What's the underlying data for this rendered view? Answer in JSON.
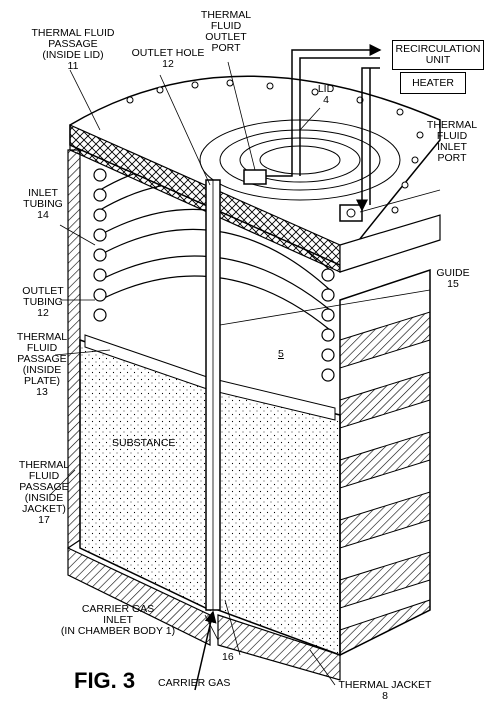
{
  "figure": {
    "title": "FIG. 3",
    "labels": {
      "thermal_fluid_passage_lid": [
        "THERMAL FLUID",
        "PASSAGE",
        "(INSIDE LID)",
        "11"
      ],
      "outlet_hole": [
        "OUTLET HOLE",
        "12"
      ],
      "thermal_fluid_outlet_port": [
        "THERMAL",
        "FLUID",
        "OUTLET",
        "PORT"
      ],
      "lid": [
        "LID",
        "4"
      ],
      "thermal_fluid_inlet_port": [
        "THERMAL",
        "FLUID",
        "INLET",
        "PORT"
      ],
      "inlet_tubing": [
        "INLET",
        "TUBING",
        "14"
      ],
      "guide": [
        "GUIDE",
        "15"
      ],
      "outlet_tubing": [
        "OUTLET",
        "TUBING",
        "12"
      ],
      "chamber_ref": "5",
      "thermal_fluid_passage_plate": [
        "THERMAL",
        "FLUID",
        "PASSAGE",
        "(INSIDE",
        "PLATE)",
        "13"
      ],
      "substance": "SUBSTANCE",
      "thermal_fluid_passage_jacket": [
        "THERMAL",
        "FLUID",
        "PASSAGE",
        "(INSIDE",
        "JACKET)",
        "17"
      ],
      "carrier_gas_inlet": [
        "CARRIER GAS",
        "INLET",
        "(IN CHAMBER BODY 1)"
      ],
      "ref_16": "16",
      "carrier_gas": "CARRIER GAS",
      "thermal_jacket": [
        "THERMAL JACKET",
        "8"
      ]
    },
    "boxes": {
      "recirculation_unit": [
        "RECIRCULATION",
        "UNIT"
      ],
      "heater": "HEATER"
    }
  }
}
